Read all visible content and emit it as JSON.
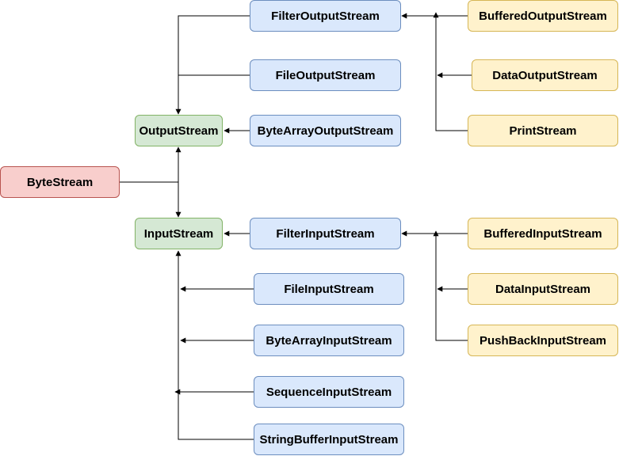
{
  "nodes": {
    "byte_stream": "ByteStream",
    "output_stream": "OutputStream",
    "input_stream": "InputStream",
    "filter_output_stream": "FilterOutputStream",
    "file_output_stream": "FileOutputStream",
    "byte_array_output_stream": "ByteArrayOutputStream",
    "buffered_output_stream": "BufferedOutputStream",
    "data_output_stream": "DataOutputStream",
    "print_stream": "PrintStream",
    "filter_input_stream": "FilterInputStream",
    "file_input_stream": "FileInputStream",
    "byte_array_input_stream": "ByteArrayInputStream",
    "sequence_input_stream": "SequenceInputStream",
    "string_buffer_input_stream": "StringBufferInputStream",
    "buffered_input_stream": "BufferedInputStream",
    "data_input_stream": "DataInputStream",
    "push_back_input_stream": "PushBackInputStream"
  },
  "colors": {
    "root": "#f8cecc",
    "base": "#d5e8d4",
    "subclass": "#dae8fc",
    "filter_subclass": "#fff2cc",
    "edge": "#000000"
  },
  "edges": [
    {
      "from": "byte_stream",
      "to": "output_stream"
    },
    {
      "from": "byte_stream",
      "to": "input_stream"
    },
    {
      "from": "filter_output_stream",
      "to": "output_stream"
    },
    {
      "from": "file_output_stream",
      "to": "output_stream"
    },
    {
      "from": "byte_array_output_stream",
      "to": "output_stream"
    },
    {
      "from": "buffered_output_stream",
      "to": "filter_output_stream"
    },
    {
      "from": "data_output_stream",
      "to": "filter_output_stream"
    },
    {
      "from": "print_stream",
      "to": "filter_output_stream"
    },
    {
      "from": "filter_input_stream",
      "to": "input_stream"
    },
    {
      "from": "file_input_stream",
      "to": "input_stream"
    },
    {
      "from": "byte_array_input_stream",
      "to": "input_stream"
    },
    {
      "from": "sequence_input_stream",
      "to": "input_stream"
    },
    {
      "from": "string_buffer_input_stream",
      "to": "input_stream"
    },
    {
      "from": "buffered_input_stream",
      "to": "filter_input_stream"
    },
    {
      "from": "data_input_stream",
      "to": "filter_input_stream"
    },
    {
      "from": "push_back_input_stream",
      "to": "filter_input_stream"
    }
  ]
}
